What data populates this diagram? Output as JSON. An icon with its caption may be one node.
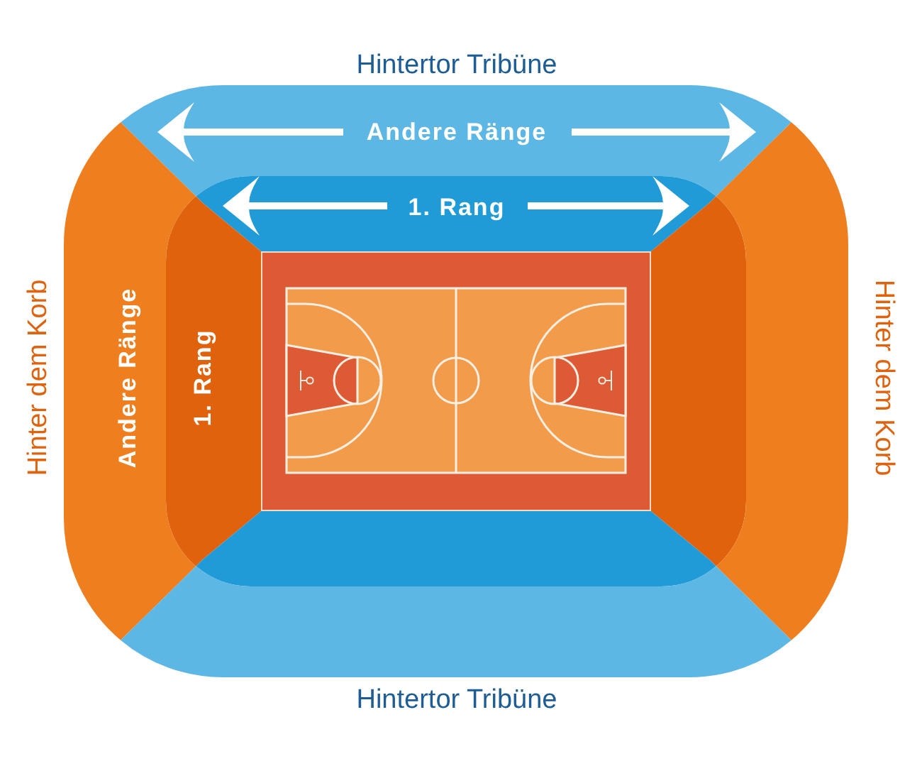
{
  "diagram": {
    "nodes": [
      {
        "text": [
          "Andere Ränge"
        ],
        "beside": [
          "Hintertor Tribüne"
        ]
      },
      {
        "text": [
          "1. Rang"
        ]
      },
      {
        "text": [
          "Andere Ränge"
        ],
        "beside": [
          "Hinter dem Korb"
        ]
      },
      {
        "text": [
          "1. Rang"
        ]
      },
      {
        "text": [],
        "shape": "band"
      },
      {
        "text": [],
        "shape": "band",
        "beside": [
          "Hinter dem Korb"
        ]
      },
      {
        "text": [],
        "shape": "band"
      },
      {
        "text": [],
        "shape": "band",
        "beside": [
          "Hintertor Tribüne"
        ]
      }
    ]
  }
}
